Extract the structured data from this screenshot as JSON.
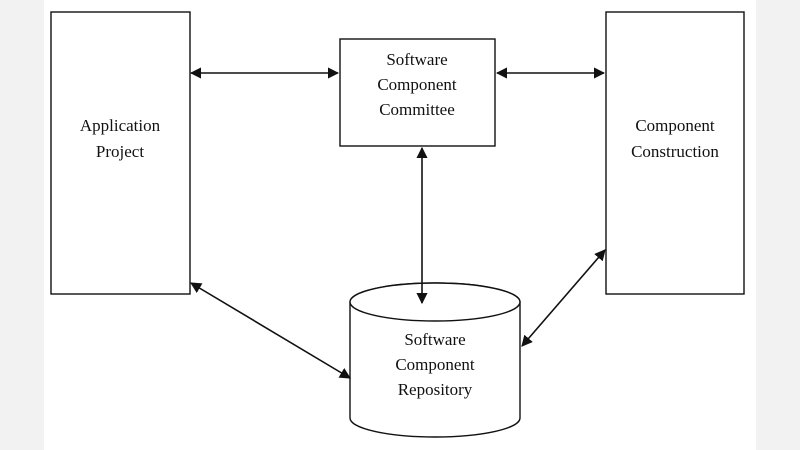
{
  "nodes": {
    "application_project": {
      "lines": [
        "Application",
        "Project"
      ]
    },
    "committee": {
      "lines": [
        "Software",
        "Component",
        "Committee"
      ]
    },
    "component_construction": {
      "lines": [
        "Component",
        "Construction"
      ]
    },
    "repository": {
      "lines": [
        "Software",
        "Component",
        "Repository"
      ]
    }
  },
  "edges": [
    {
      "from": "application_project",
      "to": "committee",
      "arrows": "both"
    },
    {
      "from": "committee",
      "to": "component_construction",
      "arrows": "both"
    },
    {
      "from": "committee",
      "to": "repository",
      "arrows": "both"
    },
    {
      "from": "application_project",
      "to": "repository",
      "arrows": "both"
    },
    {
      "from": "component_construction",
      "to": "repository",
      "arrows": "both"
    }
  ],
  "colors": {
    "background": "#f2f2f2",
    "panel": "#ffffff",
    "stroke": "#111111"
  }
}
